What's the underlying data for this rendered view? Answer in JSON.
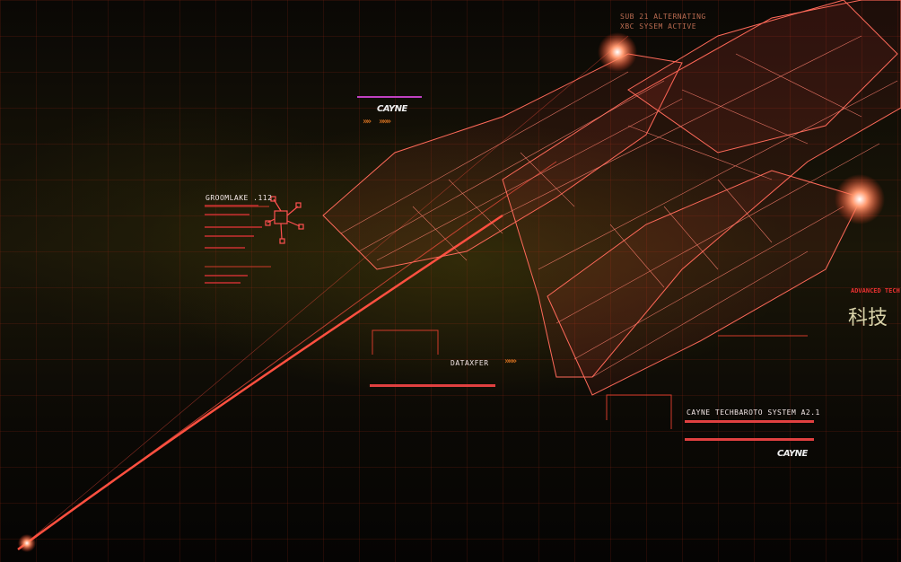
{
  "header_status": {
    "line1": "SUB 21 ALTERNATING",
    "line2": "XBC SYSEM ACTIVE"
  },
  "groomlake": {
    "title": "GROOMLAKE .112"
  },
  "logos": {
    "top": "CAYNE",
    "bottom": "CAYNE"
  },
  "dataxfer": {
    "label": "DATAXFER",
    "arrows": "»»»"
  },
  "top_arrows": "»»",
  "top_arrows2": "»»»",
  "system": {
    "title": "CAYNE TECHBAROTO SYSTEM A2.1"
  },
  "advanced": {
    "label": "ADVANCED TECH",
    "kanji": "科技"
  },
  "colors": {
    "accent": "#ff5a4a",
    "grid": "#a02814",
    "text": "#f2e6e6"
  }
}
